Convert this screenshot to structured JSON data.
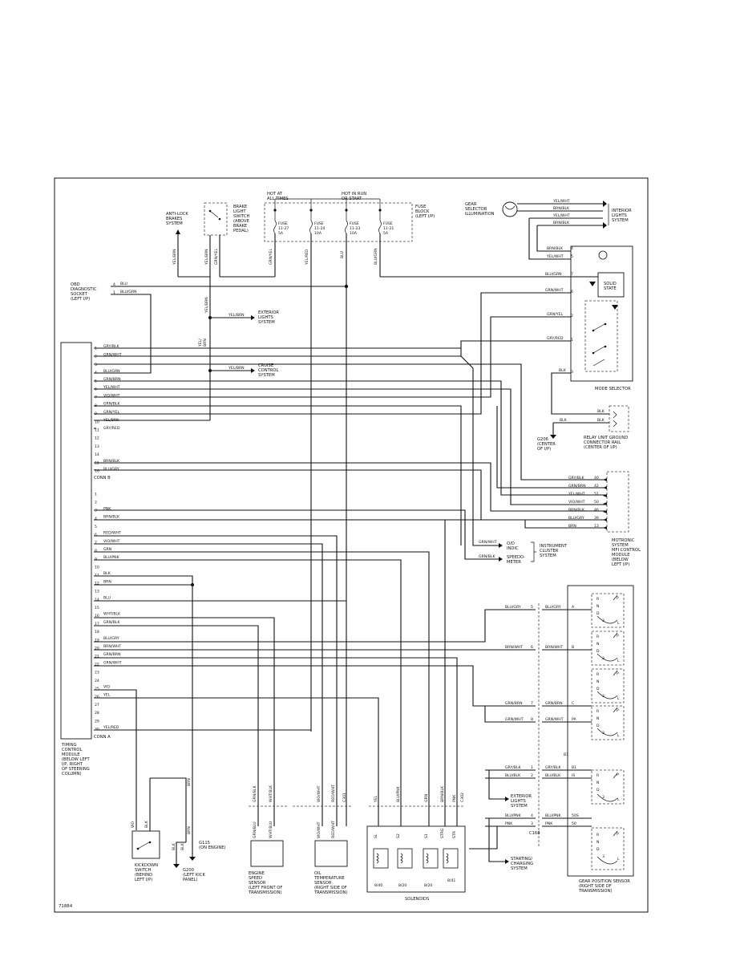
{
  "figure_id": "71884",
  "power": {
    "hot_at_all_times": "HOT AT\nALL TIMES",
    "hot_in_run": "HOT IN RUN\nOR START",
    "fuse_block": "FUSE\nBLOCK\n(LEFT I/P)",
    "fuses": [
      {
        "label": "FUSE\n11-27\n5A",
        "wire": "GRN/YEL"
      },
      {
        "label": "FUSE\n11-24\n10A",
        "wire": "YEL/RED"
      },
      {
        "label": "FUSE\n11-23\n10A",
        "wire": "BLU"
      },
      {
        "label": "FUSE\n11-21\n5A",
        "wire": "BLU/GRN"
      }
    ]
  },
  "brake": {
    "antilock": "ANTI-LOCK\nBRAKES\nSYSTEM",
    "switch": "BRAKE\nLIGHT\nSWITCH\n(ABOVE\nBRAKE\nPEDAL)",
    "wires": [
      "YEL/BRN",
      "YEL/BRN",
      "GRN/YEL"
    ]
  },
  "obd": {
    "label": "OBD\nDIAGNOSTIC\nSOCKET\n(LEFT I/P)",
    "pins": [
      {
        "pin": "4",
        "wire": "BLU"
      },
      {
        "pin": "1",
        "wire": "BLU/GRN"
      }
    ]
  },
  "exterior_lights": {
    "wire": "YEL/BRN",
    "label": "EXTERIOR\nLIGHTS\nSYSTEM"
  },
  "cruise": {
    "wire": "YEL/BRN",
    "label": "CRUISE\nCONTROL\nSYSTEM",
    "vert": "YEL/\nBRN"
  },
  "gear_illum": {
    "label": "GEAR\nSELECTOR\nILLUMINATION",
    "wires": [
      "YEL/WHT",
      "BRN/BLK",
      "YEL/WHT",
      "BRN/BLK"
    ],
    "interior": "INTERIOR\nLIGHTS\nSYSTEM"
  },
  "mode_selector": {
    "label": "MODE SELECTOR",
    "solid_state": "SOLID\nSTATE",
    "pins": [
      {
        "pin": "4",
        "wire": "BRN/BLK"
      },
      {
        "pin": "5",
        "wire": "YEL/WHT"
      },
      {
        "pin": "7",
        "wire": "BLU/GRN"
      },
      {
        "pin": "6",
        "wire": "GRN/WHT"
      },
      {
        "pin": "2",
        "wire": "GRN/YEL"
      },
      {
        "pin": "1",
        "wire": "GRY/RED"
      },
      {
        "pin": "3",
        "wire": "BLK"
      }
    ]
  },
  "relay_ground": {
    "label": "RELAY UNIT GROUND\nCONNECTOR RAIL\n(CENTER OF I/P)",
    "wires": [
      "BLK",
      "BLK",
      "BLK"
    ],
    "g206": "G206\n(CENTER\nOF I/P)"
  },
  "tcm": {
    "label": "TIMING\nCONTROL\nMODULE\n(BELOW LEFT\nI/P, RIGHT\nOF STEERING\nCOLUMN)",
    "conn_b": "CONN B",
    "conn_a": "CONN A",
    "conn_b_pins": [
      {
        "pin": "1",
        "wire": "GRY/BLK"
      },
      {
        "pin": "2",
        "wire": "GRN/WHT"
      },
      {
        "pin": "3",
        "wire": ""
      },
      {
        "pin": "4",
        "wire": "BLU/GRN"
      },
      {
        "pin": "5",
        "wire": "GRN/BRN"
      },
      {
        "pin": "6",
        "wire": "YEL/WHT"
      },
      {
        "pin": "7",
        "wire": "VIO/WHT"
      },
      {
        "pin": "8",
        "wire": "GRN/BLK"
      },
      {
        "pin": "9",
        "wire": "GRN/YEL"
      },
      {
        "pin": "10",
        "wire": "YEL/BRN"
      },
      {
        "pin": "11",
        "wire": "GRY/RED"
      },
      {
        "pin": "12",
        "wire": ""
      },
      {
        "pin": "13",
        "wire": ""
      },
      {
        "pin": "14",
        "wire": ""
      },
      {
        "pin": "15",
        "wire": "BRN/BLK"
      },
      {
        "pin": "16",
        "wire": "BLU/GRY"
      }
    ],
    "conn_a_pins": [
      {
        "pin": "1",
        "wire": ""
      },
      {
        "pin": "2",
        "wire": ""
      },
      {
        "pin": "3",
        "wire": "PNK"
      },
      {
        "pin": "4",
        "wire": "BRN/BLK"
      },
      {
        "pin": "5",
        "wire": ""
      },
      {
        "pin": "6",
        "wire": "RED/WHT"
      },
      {
        "pin": "7",
        "wire": "VIO/WHT"
      },
      {
        "pin": "8",
        "wire": "GRN"
      },
      {
        "pin": "9",
        "wire": "BLU/PNK"
      },
      {
        "pin": "10",
        "wire": ""
      },
      {
        "pin": "11",
        "wire": "BLK"
      },
      {
        "pin": "12",
        "wire": "BRN"
      },
      {
        "pin": "13",
        "wire": ""
      },
      {
        "pin": "14",
        "wire": "BLU"
      },
      {
        "pin": "15",
        "wire": ""
      },
      {
        "pin": "16",
        "wire": "WHT/BLK"
      },
      {
        "pin": "17",
        "wire": "GRN/BLK"
      },
      {
        "pin": "18",
        "wire": ""
      },
      {
        "pin": "19",
        "wire": "BLU/GRY"
      },
      {
        "pin": "20",
        "wire": "BRN/WHT"
      },
      {
        "pin": "21",
        "wire": "GRN/BRN"
      },
      {
        "pin": "22",
        "wire": "GRN/WHT"
      },
      {
        "pin": "23",
        "wire": ""
      },
      {
        "pin": "24",
        "wire": ""
      },
      {
        "pin": "25",
        "wire": "VIO"
      },
      {
        "pin": "26",
        "wire": "YEL"
      },
      {
        "pin": "27",
        "wire": ""
      },
      {
        "pin": "28",
        "wire": ""
      },
      {
        "pin": "29",
        "wire": ""
      },
      {
        "pin": "30",
        "wire": "YEL/RED"
      }
    ]
  },
  "motronic": {
    "label": "MOTRONIC\nSYSTEM\nMFI CONTROL\nMODULE\n(BELOW\nLEFT I/P)",
    "pins": [
      {
        "pin": "40",
        "wire": "GRY/BLK"
      },
      {
        "pin": "42",
        "wire": "GRN/BRN"
      },
      {
        "pin": "51",
        "wire": "YEL/WHT"
      },
      {
        "pin": "50",
        "wire": "VIO/WHT"
      },
      {
        "pin": "46",
        "wire": "BRN/BLK"
      },
      {
        "pin": "39",
        "wire": "BLU/GRY"
      },
      {
        "pin": "13",
        "wire": "BRN"
      }
    ]
  },
  "instrument": {
    "od": "O/D\nINDIC",
    "speedo": "SPEEDO-\nMETER",
    "cluster": "INSTRUMENT\nCLUSTER\nSYSTEM",
    "wires": [
      "GRN/WHT",
      "GRN/BLK"
    ]
  },
  "gear_position": {
    "label": "GEAR POSITION SENSOR\n(RIGHT SIDE OF\nTRANSMISSION)",
    "left_rows": [
      {
        "wire": "BLU/GRY",
        "pin": "5"
      },
      {
        "wire": "BRN/WHT",
        "pin": "6"
      },
      {
        "wire": "GRN/BRN",
        "pin": "7"
      },
      {
        "wire": "GRN/WHT",
        "pin": "8"
      },
      {
        "wire": "GRY/BLK",
        "pin": "1"
      },
      {
        "wire": "BLU/BLK",
        "pin": "2"
      },
      {
        "wire": "BLU/PNK",
        "pin": "4"
      },
      {
        "wire": "PNK",
        "pin": "3"
      }
    ],
    "right_rows": [
      {
        "wire": "BLU/GRY",
        "term": "A"
      },
      {
        "wire": "BRN/WHT",
        "term": "B"
      },
      {
        "wire": "GRN/BRN",
        "term": "C"
      },
      {
        "wire": "GRN/WHT",
        "term": "PA"
      },
      {
        "wire": "GRY/BLK",
        "term": "B1"
      },
      {
        "wire": "BLU/BLK",
        "term": "IS"
      },
      {
        "wire": "BLU/PNK",
        "term": "50S"
      },
      {
        "wire": "PNK",
        "term": "50"
      }
    ],
    "c168": "C168",
    "exterior": "EXTERIOR\nLIGHTS\nSYSTEM",
    "starting": "STARTING/\nCHARGING\nSYSTEM",
    "positions": [
      "R",
      "N",
      "D",
      "3",
      "L",
      "P"
    ]
  },
  "kickdown": {
    "label": "KICKDOWN\nSWITCH\n(BEHIND\nLEFT I/P)",
    "wires": [
      "VIO",
      "BLK",
      "BRN",
      "BRN",
      "BLK",
      "BLK"
    ],
    "g200": "G200\n(LEFT KICK\nPANEL)",
    "g115": "G115\n(ON ENGINE)"
  },
  "speed_sensor": {
    "label": "ENGINE\nSPEED\nSENSOR\n(LEFT FRONT OF\nTRANSMISSION)",
    "wires": [
      "GRN/BLK",
      "WHT/BLK",
      "GRN/BLU",
      "WHT/BLU"
    ]
  },
  "oil_temp": {
    "label": "OIL\nTEMPERATURE\nSENSOR\n(RIGHT SIDE OF\nTRANSMISSION)",
    "wires": [
      "VIO/WHT",
      "RED/WHT",
      "VIO/WHT",
      "RED/WHT"
    ],
    "conn": "C301"
  },
  "solenoids": {
    "label": "SOLENOIDS",
    "wires": [
      "YEL",
      "BLU/PNK",
      "GRN",
      "BRN/BLK",
      "PNK"
    ],
    "lower": [
      "SL",
      "S2",
      "S1",
      "STRG",
      "STR"
    ],
    "values": [
      "8/40",
      "8/20",
      "8/20",
      "8/41"
    ],
    "conn": "C302"
  }
}
